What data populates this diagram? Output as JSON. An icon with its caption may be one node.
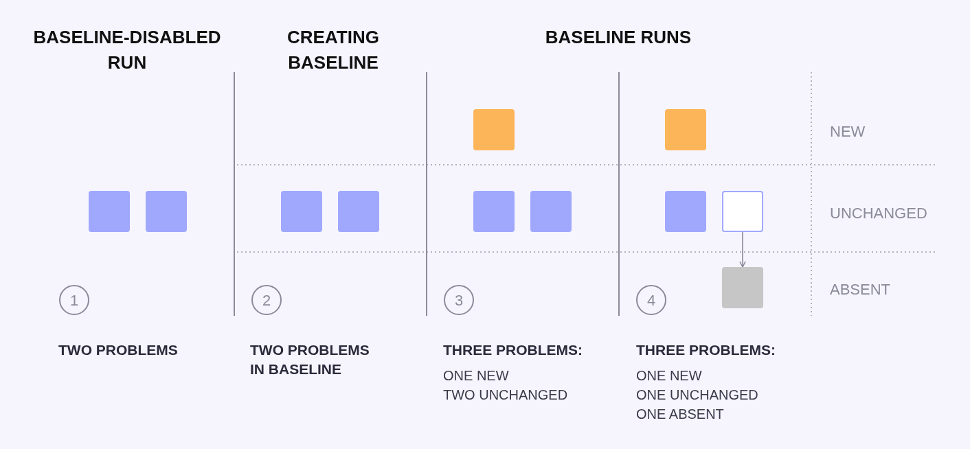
{
  "diagram": {
    "nodes": [
      {
        "text": [],
        "shape": "box"
      },
      {
        "text": [],
        "shape": "box"
      },
      {
        "text": [
          "1"
        ]
      },
      {
        "text": [],
        "shape": "box"
      },
      {
        "text": [],
        "shape": "box"
      },
      {
        "text": [
          "2"
        ]
      },
      {
        "text": [],
        "shape": "box"
      },
      {
        "text": [],
        "shape": "box"
      },
      {
        "text": [],
        "shape": "box"
      },
      {
        "text": [
          "3"
        ]
      },
      {
        "text": [],
        "shape": "box"
      },
      {
        "text": [],
        "shape": "box"
      },
      {
        "text": [],
        "shape": "box"
      },
      {
        "text": [],
        "shape": "box"
      },
      {
        "text": [
          "4"
        ]
      }
    ],
    "edges": [
      {
        "from": 12,
        "to": 13,
        "arrow": "to"
      }
    ],
    "labels": [
      "BASELINE-DISABLED RUN",
      "CREATING BASELINE",
      "BASELINE RUNS",
      "NEW",
      "UNCHANGED",
      "ABSENT",
      "TWO PROBLEMS",
      "TWO PROBLEMS IN BASELINE",
      "THREE PROBLEMS:",
      "ONE NEW",
      "TWO UNCHANGED",
      "THREE PROBLEMS:",
      "ONE NEW",
      "ONE UNCHANGED",
      "ONE ABSENT"
    ]
  }
}
